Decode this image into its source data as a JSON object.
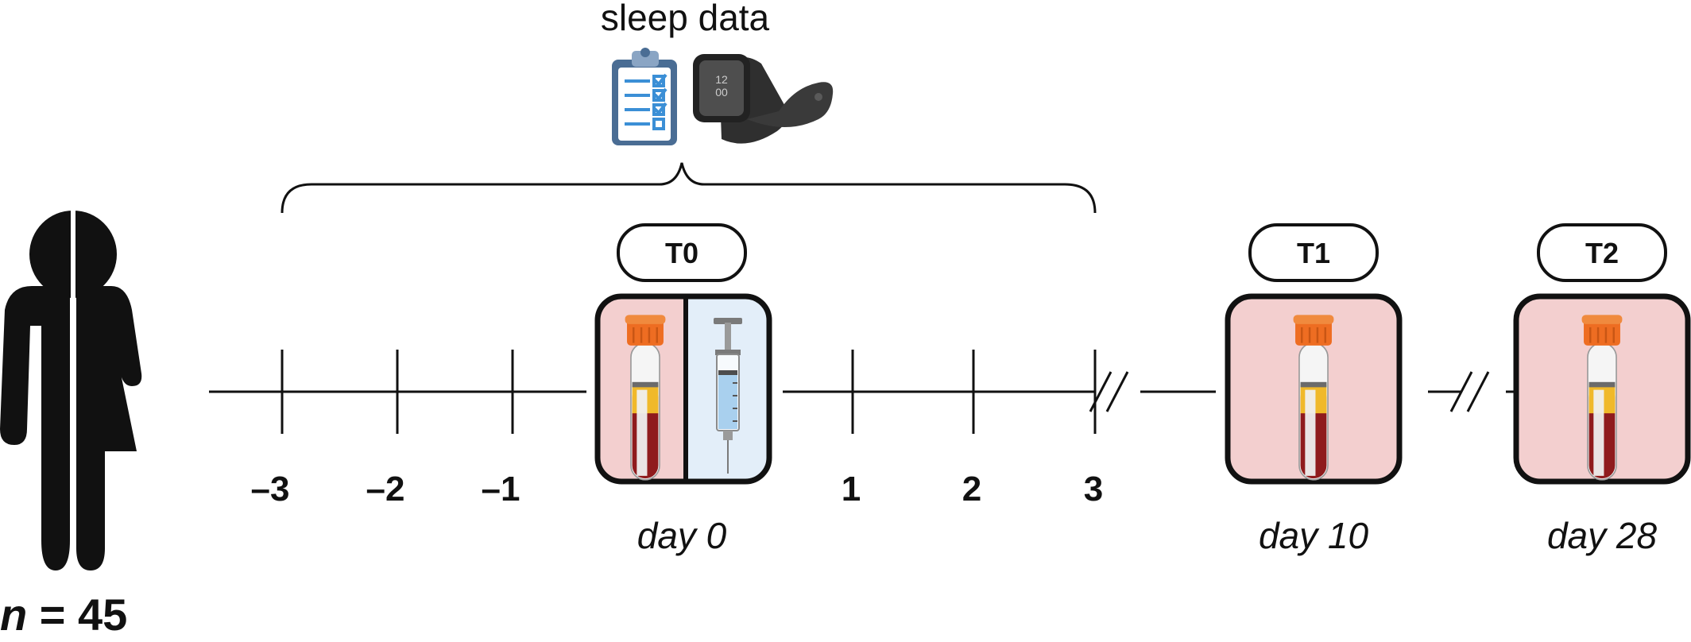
{
  "sleep_label": "sleep data",
  "participants": {
    "n_symbol": "n",
    "n_rest": " = 45"
  },
  "timepoints": [
    {
      "label": "T0",
      "day": "day 0"
    },
    {
      "label": "T1",
      "day": "day 10"
    },
    {
      "label": "T2",
      "day": "day 28"
    }
  ],
  "ticks_before": [
    "–3",
    "–2",
    "–1"
  ],
  "ticks_after": [
    "1",
    "2",
    "3"
  ],
  "watch_time": [
    "12",
    "00"
  ],
  "colors": {
    "box_pink": "#f3cfcf",
    "box_blue": "#e3eef9",
    "cap_orange": "#ee6d22",
    "blood": "#8f1b1d",
    "plasma": "#f0b92a",
    "clipboard": "#4a6d94",
    "check_blue": "#3b8fd6",
    "watch": "#3a3a3a",
    "ink": "#111111"
  },
  "icons": [
    "person-icon",
    "clipboard-icon",
    "smartwatch-icon",
    "blood-tube-icon",
    "syringe-icon"
  ]
}
